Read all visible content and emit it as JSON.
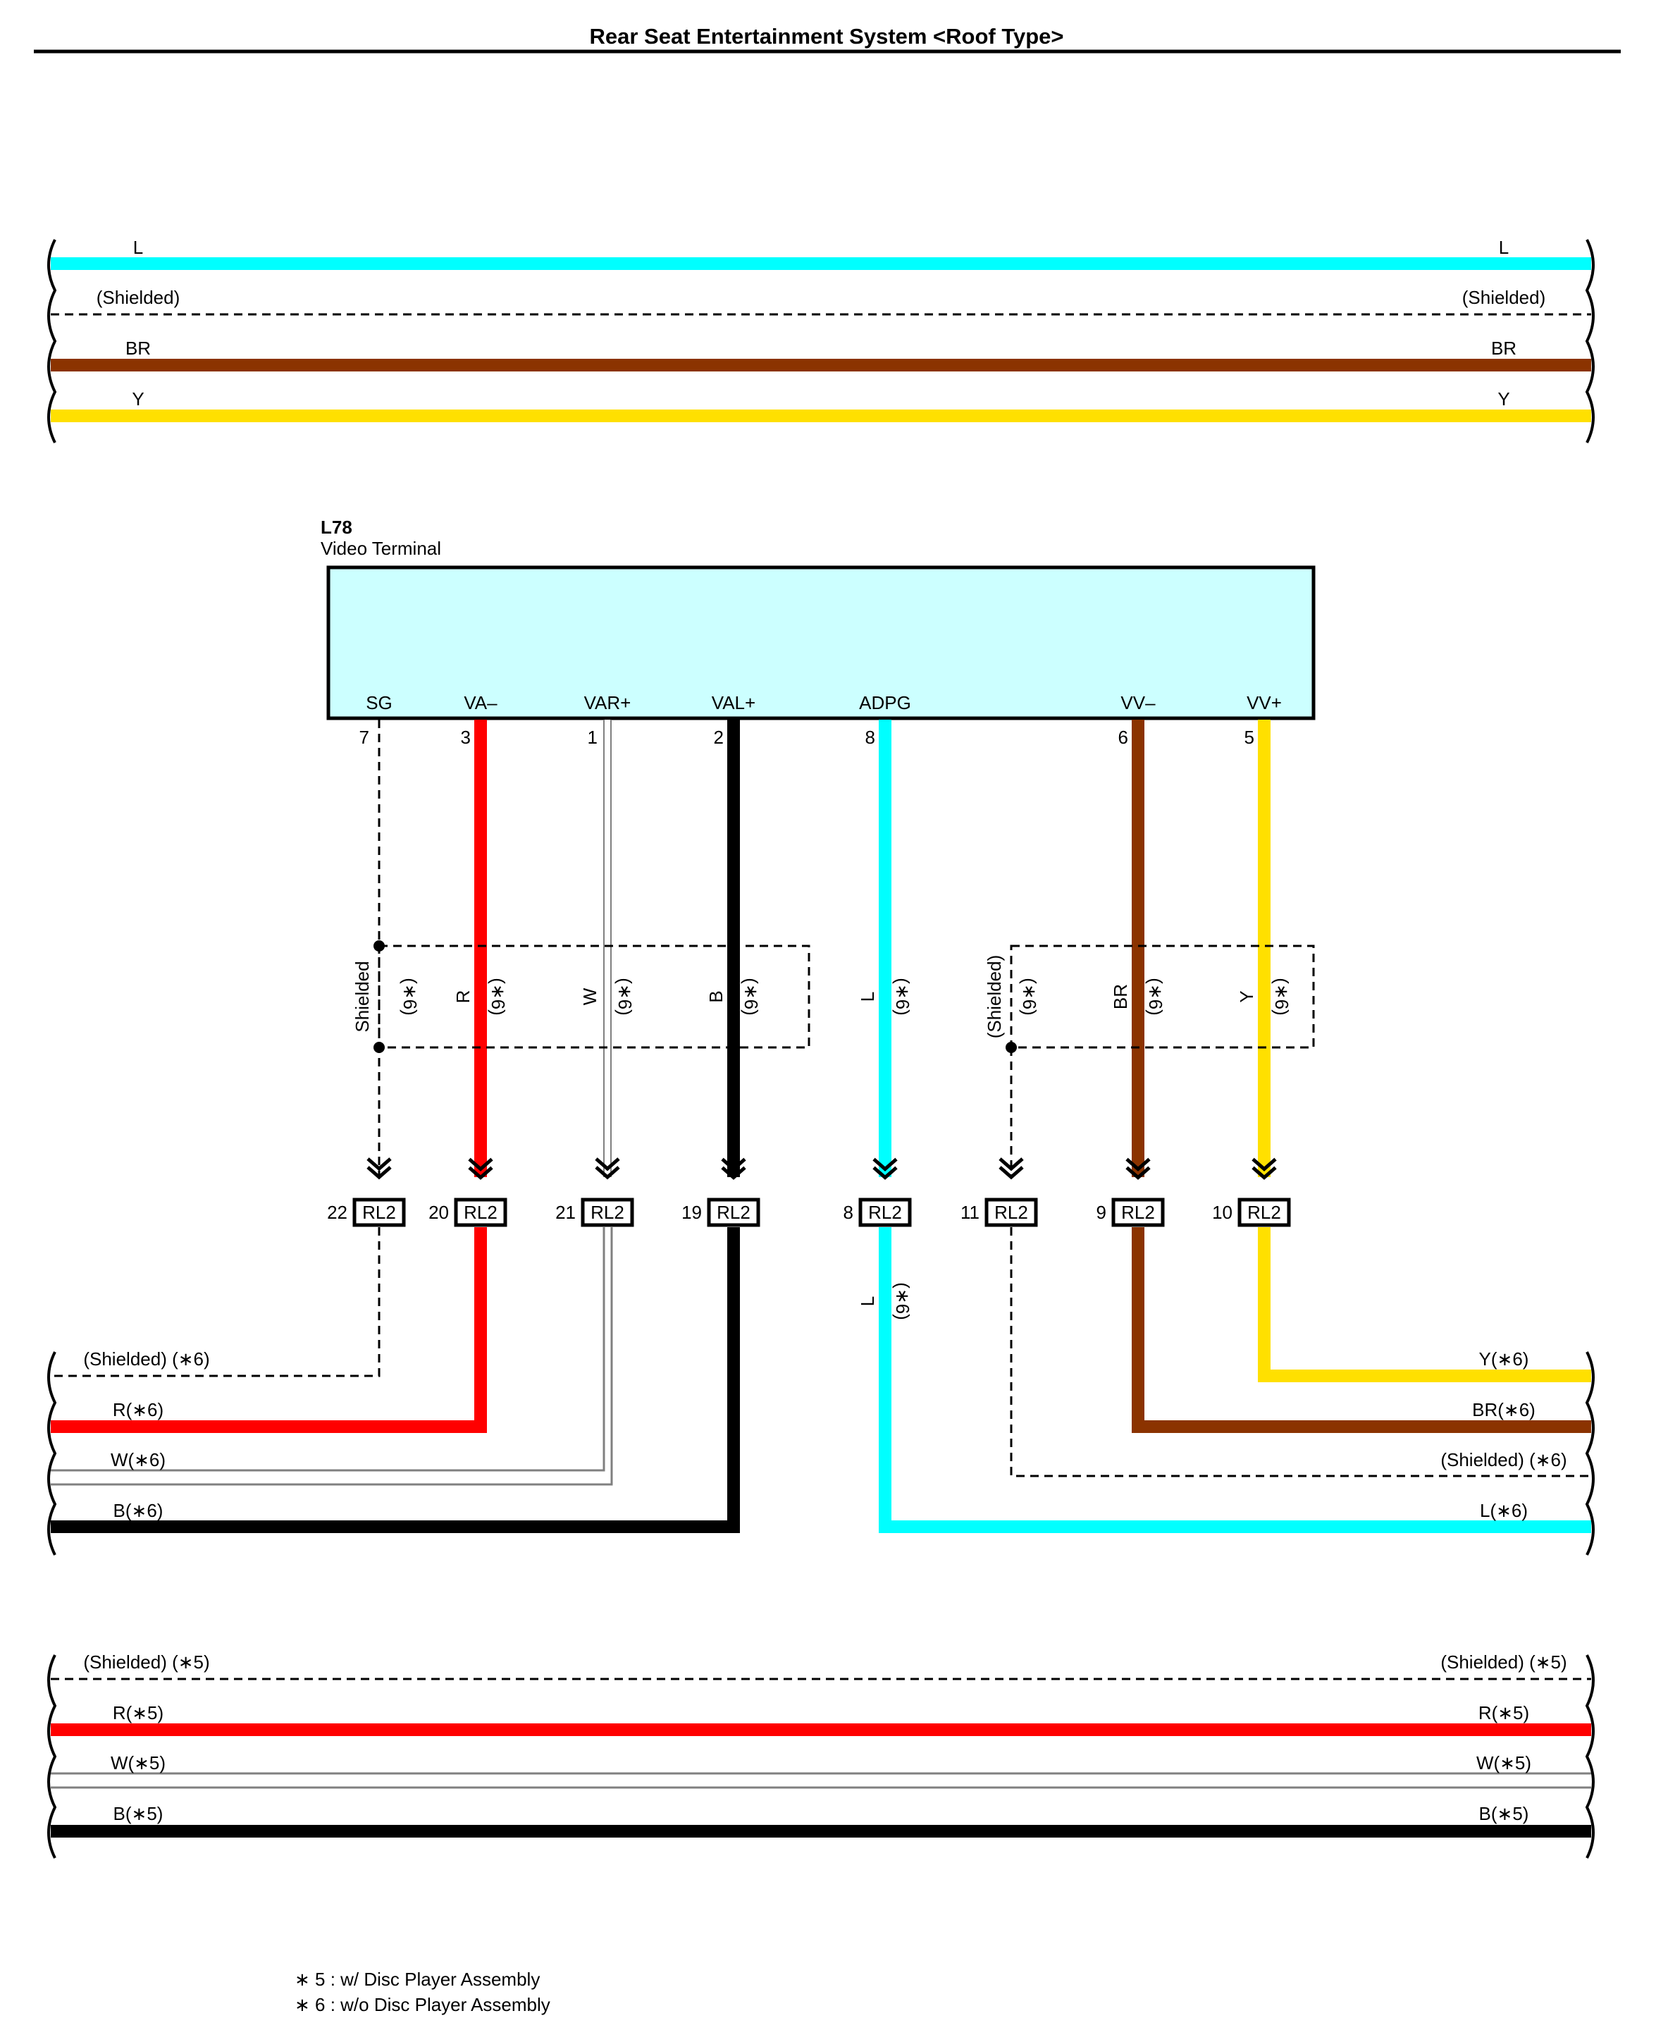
{
  "header": {
    "title": "Rear Seat Entertainment System <Roof Type>"
  },
  "colors": {
    "L": "#00FFFF",
    "BR": "#8B3300",
    "Y": "#FFE000",
    "R": "#FF0000",
    "B": "#000000",
    "W": "#999999",
    "terminal_fill": "#CCFFFF"
  },
  "top_bus": [
    {
      "label_left": "L",
      "label_right": "L",
      "color": "L"
    },
    {
      "label_left": "(Shielded)",
      "label_right": "(Shielded)",
      "color": "shielded"
    },
    {
      "label_left": "BR",
      "label_right": "BR",
      "color": "BR"
    },
    {
      "label_left": "Y",
      "label_right": "Y",
      "color": "Y"
    }
  ],
  "component": {
    "code": "L78",
    "name": "Video Terminal",
    "pins": [
      {
        "name": "SG",
        "num": "7",
        "wire": "Shielded",
        "mark": "(∗6)"
      },
      {
        "name": "VA–",
        "num": "3",
        "wire": "R",
        "mark": "(∗6)"
      },
      {
        "name": "VAR+",
        "num": "1",
        "wire": "W",
        "mark": "(∗6)"
      },
      {
        "name": "VAL+",
        "num": "2",
        "wire": "B",
        "mark": "(∗6)"
      },
      {
        "name": "ADPG",
        "num": "8",
        "wire": "L",
        "mark": "(∗6)"
      },
      {
        "name": "VV–",
        "num": "6",
        "wire": "BR",
        "mark": "(∗6)"
      },
      {
        "name": "VV+",
        "num": "5",
        "wire": "Y",
        "mark": "(∗6)"
      }
    ],
    "right_shield": {
      "wire": "(Shielded)",
      "mark": "(∗6)"
    }
  },
  "connectors": [
    {
      "num": "22",
      "name": "RL2"
    },
    {
      "num": "20",
      "name": "RL2"
    },
    {
      "num": "21",
      "name": "RL2"
    },
    {
      "num": "19",
      "name": "RL2"
    },
    {
      "num": "8",
      "name": "RL2"
    },
    {
      "num": "11",
      "name": "RL2"
    },
    {
      "num": "9",
      "name": "RL2"
    },
    {
      "num": "10",
      "name": "RL2"
    }
  ],
  "below_connector_8": {
    "wire": "L",
    "mark": "(∗6)"
  },
  "mid_bus_left": [
    "(Shielded) (∗6)",
    "R(∗6)",
    "W(∗6)",
    "B(∗6)"
  ],
  "mid_bus_right": [
    "Y(∗6)",
    "BR(∗6)",
    "(Shielded) (∗6)",
    "L(∗6)"
  ],
  "bottom_bus": [
    {
      "label_left": "(Shielded) (∗5)",
      "label_right": "(Shielded) (∗5)",
      "color": "shielded"
    },
    {
      "label_left": "R(∗5)",
      "label_right": "R(∗5)",
      "color": "R"
    },
    {
      "label_left": "W(∗5)",
      "label_right": "W(∗5)",
      "color": "W"
    },
    {
      "label_left": "B(∗5)",
      "label_right": "B(∗5)",
      "color": "B"
    }
  ],
  "notes": [
    "∗ 5 : w/ Disc Player Assembly",
    "∗ 6 : w/o Disc Player Assembly"
  ]
}
